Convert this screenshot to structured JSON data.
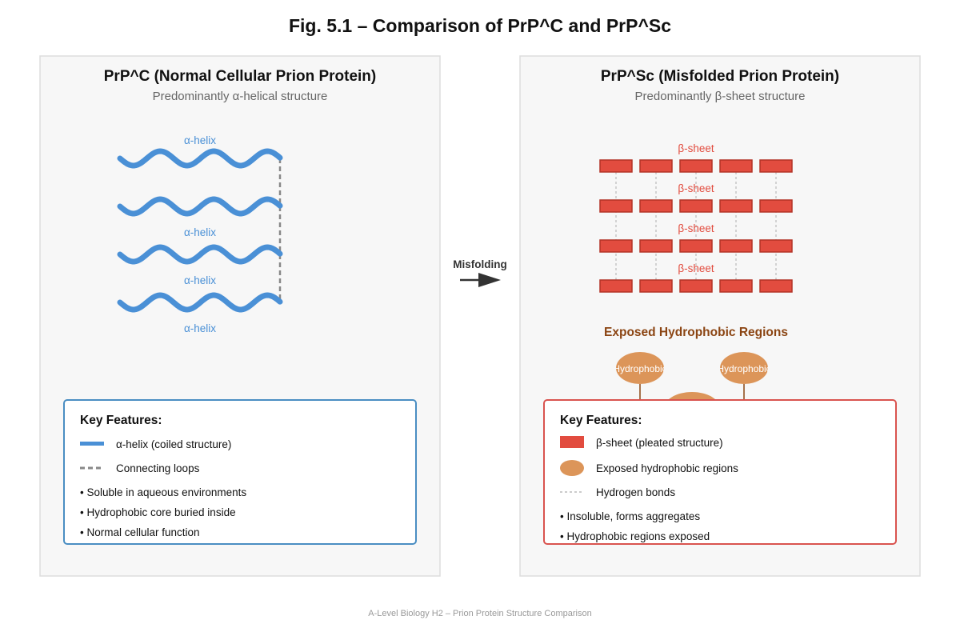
{
  "figure": {
    "title": "Fig. 5.1 – Comparison of PrP^C and PrP^Sc",
    "footer": "A-Level Biology H2 – Prion Protein Structure Comparison"
  },
  "colors": {
    "helix": "#4a90d6",
    "helix_label": "#4a90d6",
    "sheet_fill": "#e24c3f",
    "sheet_stroke": "#b33227",
    "hydrophobic": "#dc9559",
    "hydrophobic_title": "#8b4513",
    "panel_bg": "#f7f7f7",
    "panel_border": "#dddddd",
    "left_key_border": "#4a8ec2",
    "right_key_border": "#d9534f"
  },
  "left_panel": {
    "title": "PrP^C (Normal Cellular Prion Protein)",
    "subtitle": "Predominantly α-helical structure",
    "helix_labels": [
      "α-helix",
      "α-helix",
      "α-helix",
      "α-helix"
    ],
    "key": {
      "heading": "Key Features:",
      "legend": [
        {
          "symbol": "helix-line",
          "label": "α-helix (coiled structure)"
        },
        {
          "symbol": "dashed-line",
          "label": "Connecting loops"
        }
      ],
      "bullets": [
        "• Soluble in aqueous environments",
        "• Hydrophobic core buried inside",
        "• Normal cellular function"
      ]
    }
  },
  "arrow": {
    "label": "Misfolding"
  },
  "right_panel": {
    "title": "PrP^Sc (Misfolded Prion Protein)",
    "subtitle": "Predominantly β-sheet structure",
    "sheet_labels": [
      "β-sheet",
      "β-sheet",
      "β-sheet",
      "β-sheet"
    ],
    "hydrophobic_title": "Exposed Hydrophobic Regions",
    "hydrophobic_labels": [
      "Hydrophobic",
      "Hydrophobic",
      ""
    ],
    "key": {
      "heading": "Key Features:",
      "legend": [
        {
          "symbol": "sheet-rect",
          "label": "β-sheet (pleated structure)"
        },
        {
          "symbol": "hydrophobic-ellipse",
          "label": "Exposed hydrophobic regions"
        },
        {
          "symbol": "dotted-line",
          "label": "Hydrogen bonds"
        }
      ],
      "bullets": [
        "• Insoluble, forms aggregates",
        "• Hydrophobic regions exposed"
      ]
    }
  }
}
